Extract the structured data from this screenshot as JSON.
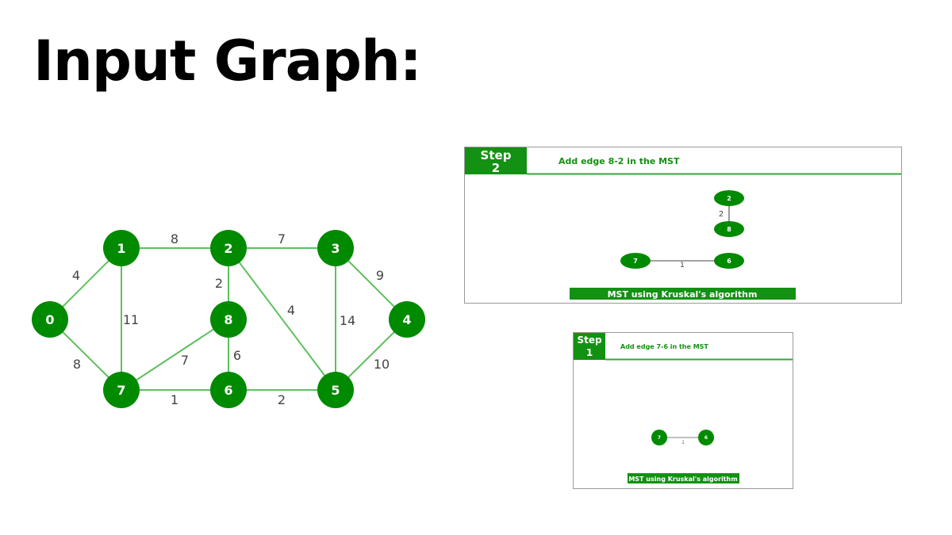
{
  "title": "Input Graph:",
  "colors": {
    "node": "#008a00",
    "edge": "#5fbf5f",
    "panel_green": "#139113",
    "step_line": "#3aa43a"
  },
  "graph": {
    "nodes": [
      {
        "id": "n0",
        "label": "0"
      },
      {
        "id": "n1",
        "label": "1"
      },
      {
        "id": "n2",
        "label": "2"
      },
      {
        "id": "n3",
        "label": "3"
      },
      {
        "id": "n4",
        "label": "4"
      },
      {
        "id": "n5",
        "label": "5"
      },
      {
        "id": "n6",
        "label": "6"
      },
      {
        "id": "n7",
        "label": "7"
      },
      {
        "id": "n8",
        "label": "8"
      }
    ],
    "edges": [
      {
        "from": "0",
        "to": "1",
        "weight": "4"
      },
      {
        "from": "1",
        "to": "2",
        "weight": "8"
      },
      {
        "from": "2",
        "to": "3",
        "weight": "7"
      },
      {
        "from": "3",
        "to": "4",
        "weight": "9"
      },
      {
        "from": "0",
        "to": "7",
        "weight": "8"
      },
      {
        "from": "1",
        "to": "7",
        "weight": "11"
      },
      {
        "from": "2",
        "to": "8",
        "weight": "2"
      },
      {
        "from": "2",
        "to": "5",
        "weight": "4"
      },
      {
        "from": "3",
        "to": "5",
        "weight": "14"
      },
      {
        "from": "4",
        "to": "5",
        "weight": "10"
      },
      {
        "from": "8",
        "to": "7",
        "weight": "7"
      },
      {
        "from": "8",
        "to": "6",
        "weight": "6"
      },
      {
        "from": "7",
        "to": "6",
        "weight": "1"
      },
      {
        "from": "6",
        "to": "5",
        "weight": "2"
      }
    ]
  },
  "step2": {
    "step_label_1": "Step",
    "step_label_2": "2",
    "description": "Add edge 8-2 in the MST",
    "nodes": {
      "a": "2",
      "b": "8",
      "c": "7",
      "d": "6"
    },
    "weights": {
      "ab": "2",
      "cd": "1"
    },
    "footer": "MST using Kruskal's algorithm"
  },
  "step1": {
    "step_label_1": "Step",
    "step_label_2": "1",
    "description": "Add edge 7-6 in the MST",
    "nodes": {
      "a": "7",
      "b": "6"
    },
    "weights": {
      "ab": "1"
    },
    "footer": "MST using Kruskal's algorithm"
  }
}
